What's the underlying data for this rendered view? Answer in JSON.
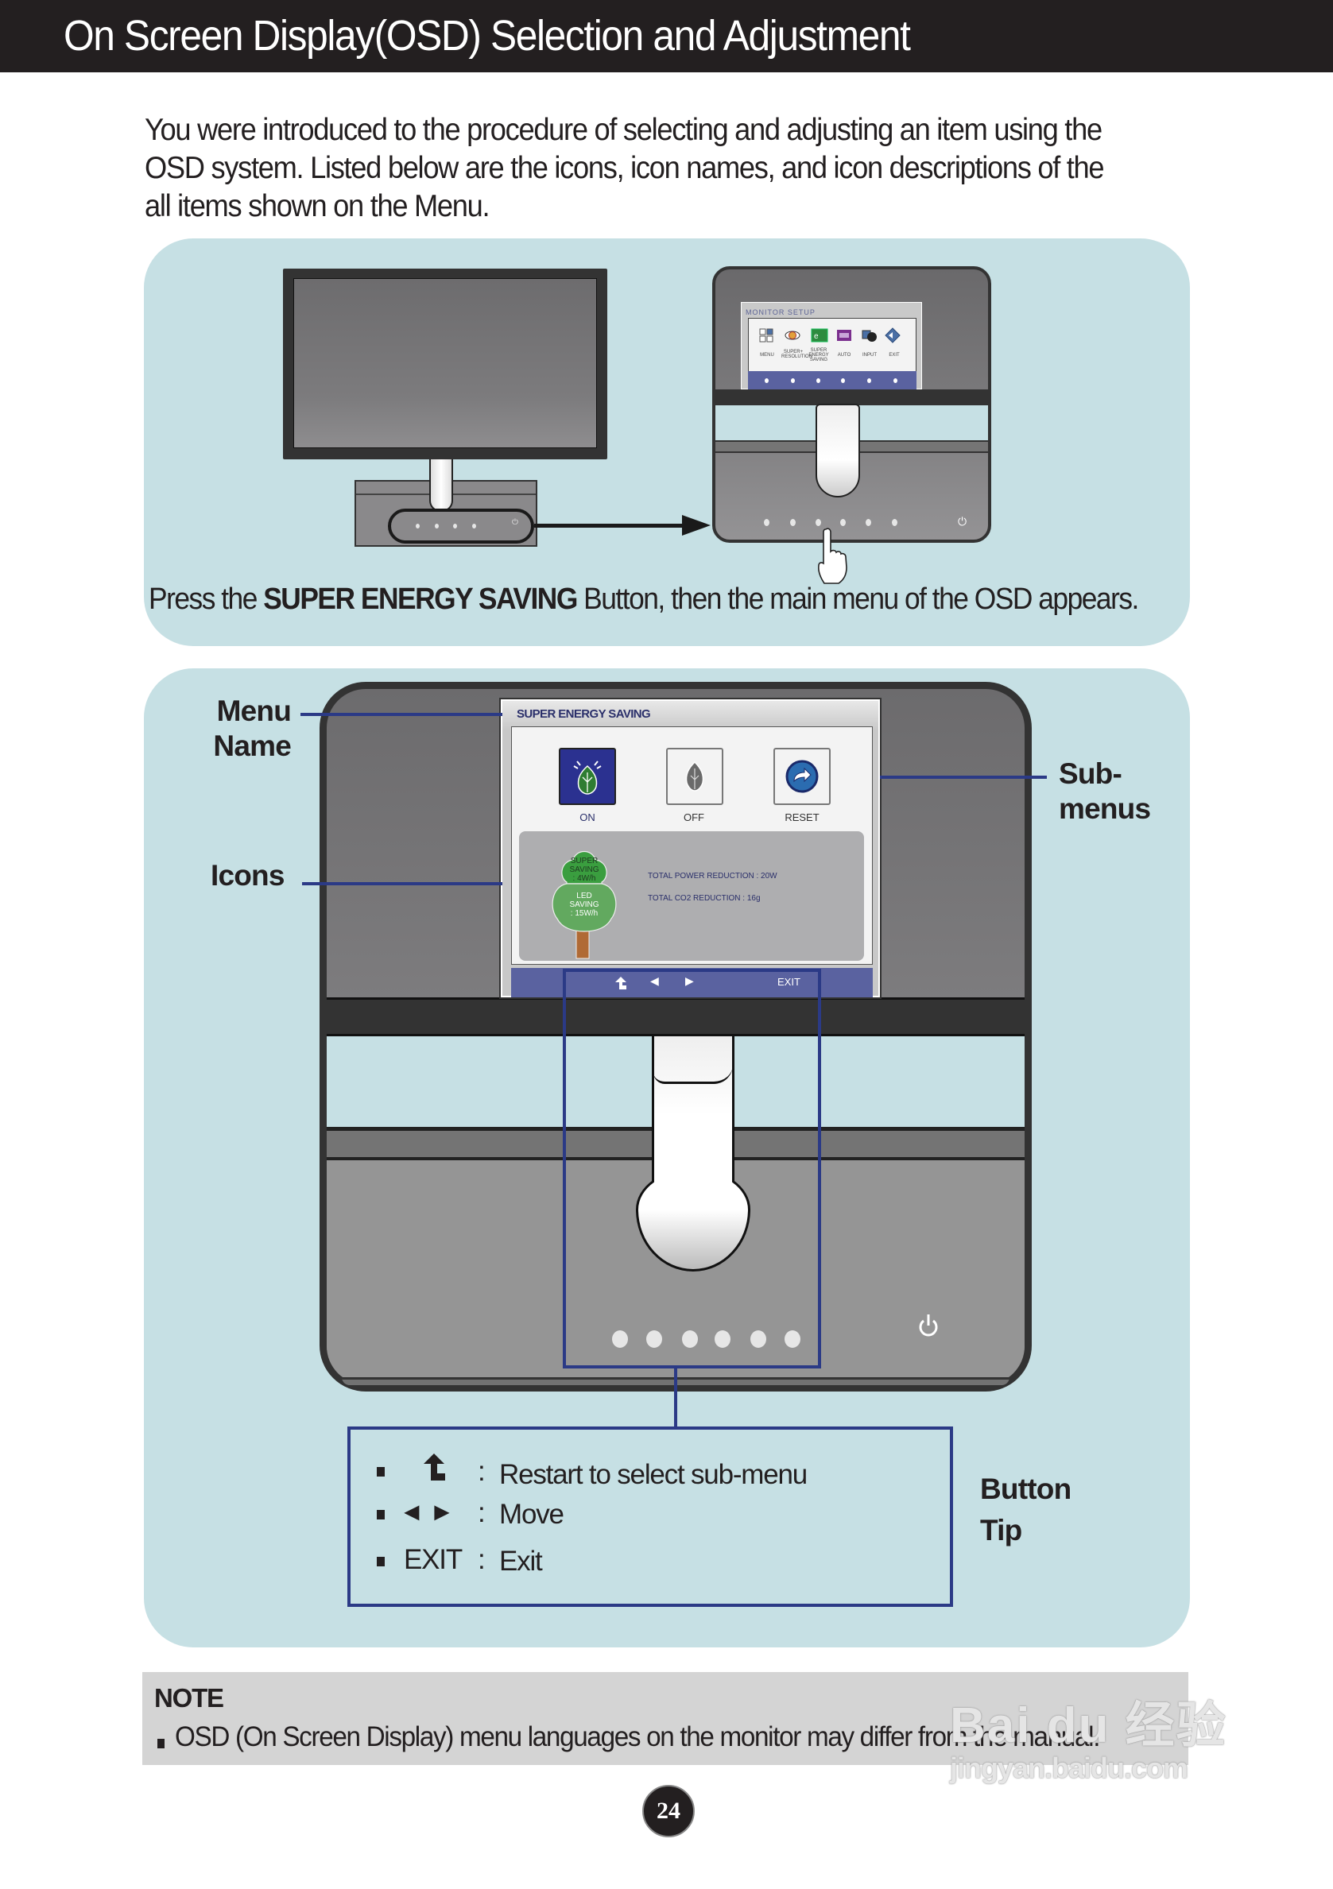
{
  "header": {
    "title": "On Screen Display(OSD) Selection and Adjustment"
  },
  "intro": {
    "lines": [
      "You were introduced to the procedure of selecting and adjusting an item using the",
      "OSD system. Listed below are the icons, icon names, and icon descriptions of the",
      "all items shown on the Menu."
    ]
  },
  "step_panel": {
    "mini_osd": {
      "title": "MONITOR SETUP",
      "items": [
        {
          "icon": "menu-grid-icon",
          "label": "MENU"
        },
        {
          "icon": "super-resolution-eye-icon",
          "label": "SUPER+ RESOLUTION"
        },
        {
          "icon": "energy-saving-leaf-icon",
          "label": "SUPER ENERGY SAVING"
        },
        {
          "icon": "auto-icon",
          "label": "AUTO"
        },
        {
          "icon": "input-icon",
          "label": "INPUT"
        },
        {
          "icon": "exit-icon",
          "label": "EXIT"
        }
      ]
    },
    "caption": {
      "prefix": "Press the ",
      "bold": "SUPER ENERGY SAVING",
      "suffix": " Button, then the main menu of the OSD appears."
    }
  },
  "osd_panel": {
    "osd": {
      "menu_name": "SUPER ENERGY SAVING",
      "submenus": [
        {
          "label": "ON",
          "icon": "leaf-on-icon",
          "selected": true
        },
        {
          "label": "OFF",
          "icon": "leaf-off-icon",
          "selected": false
        },
        {
          "label": "RESET",
          "icon": "reset-arrow-icon",
          "selected": false
        }
      ],
      "tree": {
        "super_saving": [
          "SUPER",
          "SAVING",
          ": 4W/h"
        ],
        "led_saving": [
          "LED",
          "SAVING",
          ": 15W/h"
        ]
      },
      "total_power_reduction": "TOTAL POWER REDUCTION : 20W",
      "total_co2_reduction": "TOTAL CO2 REDUCTION : 16g",
      "bottom_bar": {
        "exit_label": "EXIT"
      }
    },
    "callouts": {
      "menu_name": [
        "Menu",
        "Name"
      ],
      "icons": "Icons",
      "submenus": [
        "Sub-",
        "menus"
      ],
      "button_tip": [
        "Button",
        "Tip"
      ]
    },
    "button_tips": [
      {
        "key": "restart-up-arrow-icon",
        "key_text": "",
        "sep": ":",
        "desc": "Restart to select sub-menu"
      },
      {
        "key": "left-right-arrows-icon",
        "key_text": "◄ ►",
        "sep": ":",
        "desc": "Move"
      },
      {
        "key": "exit-text",
        "key_text": "EXIT",
        "sep": ":",
        "desc": "Exit"
      }
    ]
  },
  "note": {
    "title": "NOTE",
    "text": "OSD (On Screen Display) menu languages on the monitor may differ from the manual."
  },
  "page_number": "24",
  "watermark": {
    "logo": "Bai du 经验",
    "url": "jingyan.baidu.com"
  }
}
